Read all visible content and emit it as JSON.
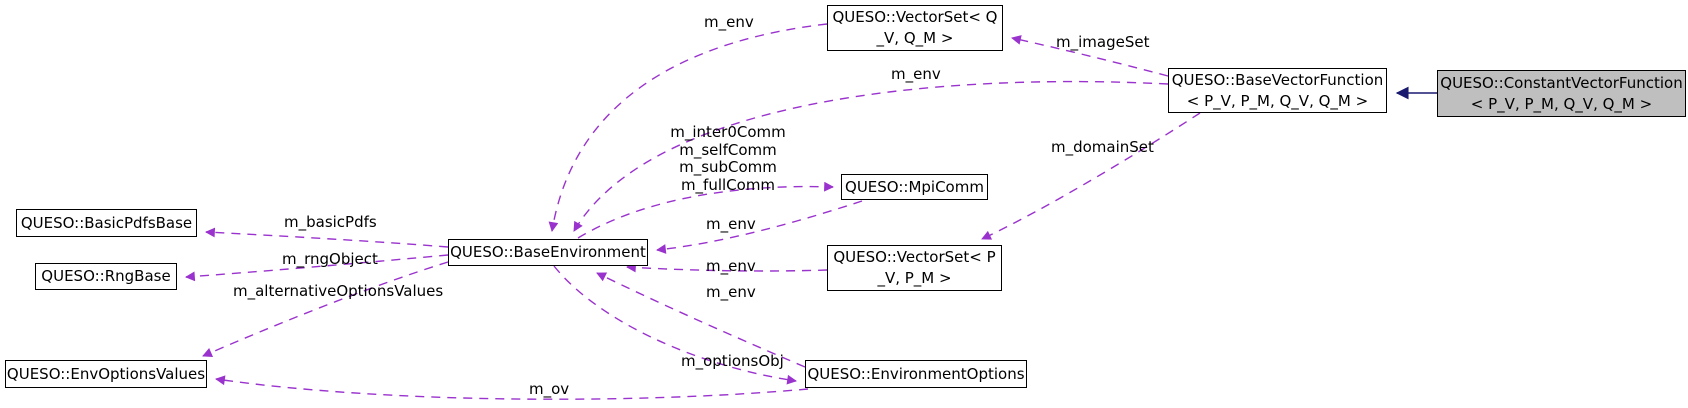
{
  "diagram": {
    "type": "collaboration-graph",
    "colors": {
      "usage_edge": "#9a32cd",
      "inheritance_edge": "#191970",
      "node_border": "#000000",
      "node_background": "#ffffff",
      "highlighted_node_background": "#bfbfbf"
    },
    "nodes": {
      "vectorset_q": {
        "line1": "QUESO::VectorSet< Q",
        "line2": "_V, Q_M >"
      },
      "base_vector_function": {
        "line1": "QUESO::BaseVectorFunction",
        "line2": "< P_V, P_M, Q_V, Q_M >"
      },
      "constant_vector_function": {
        "line1": "QUESO::ConstantVectorFunction",
        "line2": "< P_V, P_M, Q_V, Q_M >"
      },
      "basic_pdfs_base": {
        "line1": "QUESO::BasicPdfsBase"
      },
      "rng_base": {
        "line1": "QUESO::RngBase"
      },
      "base_environment": {
        "line1": "QUESO::BaseEnvironment"
      },
      "mpi_comm": {
        "line1": "QUESO::MpiComm"
      },
      "vectorset_p": {
        "line1": "QUESO::VectorSet< P",
        "line2": "_V, P_M >"
      },
      "env_options_values": {
        "line1": "QUESO::EnvOptionsValues"
      },
      "environment_options": {
        "line1": "QUESO::EnvironmentOptions"
      }
    },
    "edge_labels": {
      "env_from_vectorset_q": "m_env",
      "image_set": "m_imageSet",
      "env_from_base_vector_function": "m_env",
      "domain_set": "m_domainSet",
      "comm": {
        "line1": "m_inter0Comm",
        "line2": "m_selfComm",
        "line3": "m_subComm",
        "line4": "m_fullComm"
      },
      "env_from_mpi_comm": "m_env",
      "env_from_vectorset_p": "m_env",
      "env_from_environment_options": "m_env",
      "basic_pdfs": "m_basicPdfs",
      "rng_object": "m_rngObject",
      "alternative_options_values": "m_alternativeOptionsValues",
      "options_obj": "m_optionsObj",
      "ov": "m_ov"
    }
  }
}
